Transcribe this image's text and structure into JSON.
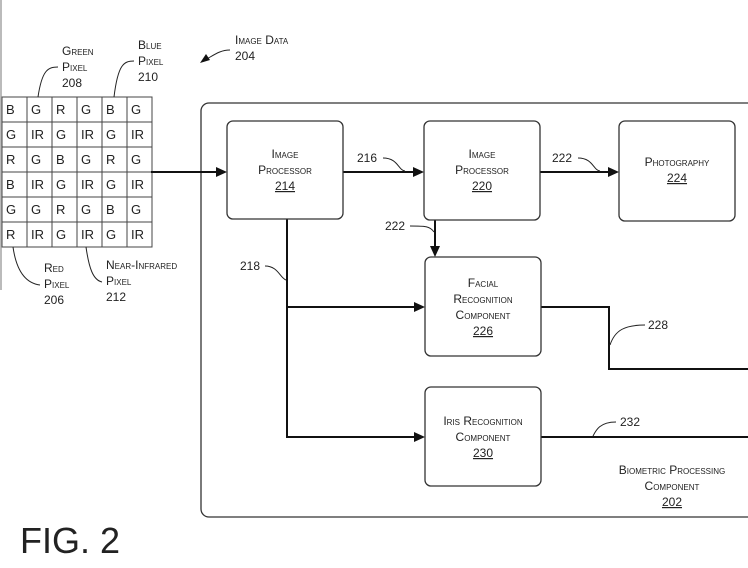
{
  "figure_label": "FIG. 2",
  "pixel_grid": [
    [
      "B",
      "G",
      "R",
      "G",
      "B",
      "G"
    ],
    [
      "G",
      "IR",
      "G",
      "IR",
      "G",
      "IR"
    ],
    [
      "R",
      "G",
      "B",
      "G",
      "R",
      "G"
    ],
    [
      "B",
      "IR",
      "G",
      "IR",
      "G",
      "IR"
    ],
    [
      "G",
      "G",
      "R",
      "G",
      "B",
      "G"
    ],
    [
      "R",
      "IR",
      "G",
      "IR",
      "G",
      "IR"
    ]
  ],
  "labels": {
    "green": {
      "line1": "Green",
      "line2": "Pixel",
      "num": "208"
    },
    "blue": {
      "line1": "Blue",
      "line2": "Pixel",
      "num": "210"
    },
    "red": {
      "line1": "Red",
      "line2": "Pixel",
      "num": "206"
    },
    "nir": {
      "line1": "Near-Infrared",
      "line2": "Pixel",
      "num": "212"
    },
    "image_data": {
      "line1": "Image Data",
      "num": "204"
    }
  },
  "blocks": {
    "proc214": {
      "line1": "Image",
      "line2": "Processor",
      "num": "214"
    },
    "proc220": {
      "line1": "Image",
      "line2": "Processor",
      "num": "220"
    },
    "photo": {
      "line1": "Photography",
      "num": "224"
    },
    "facial": {
      "line1": "Facial",
      "line2": "Recognition",
      "line3": "Component",
      "num": "226"
    },
    "iris": {
      "line1": "Iris Recognition",
      "line2": "Component",
      "num": "230"
    },
    "biometric": {
      "line1": "Biometric Processing",
      "line2": "Component",
      "num": "202"
    }
  },
  "connectors": {
    "c216": "216",
    "c222a": "222",
    "c222b": "222",
    "c218": "218",
    "c228": "228",
    "c232": "232"
  }
}
